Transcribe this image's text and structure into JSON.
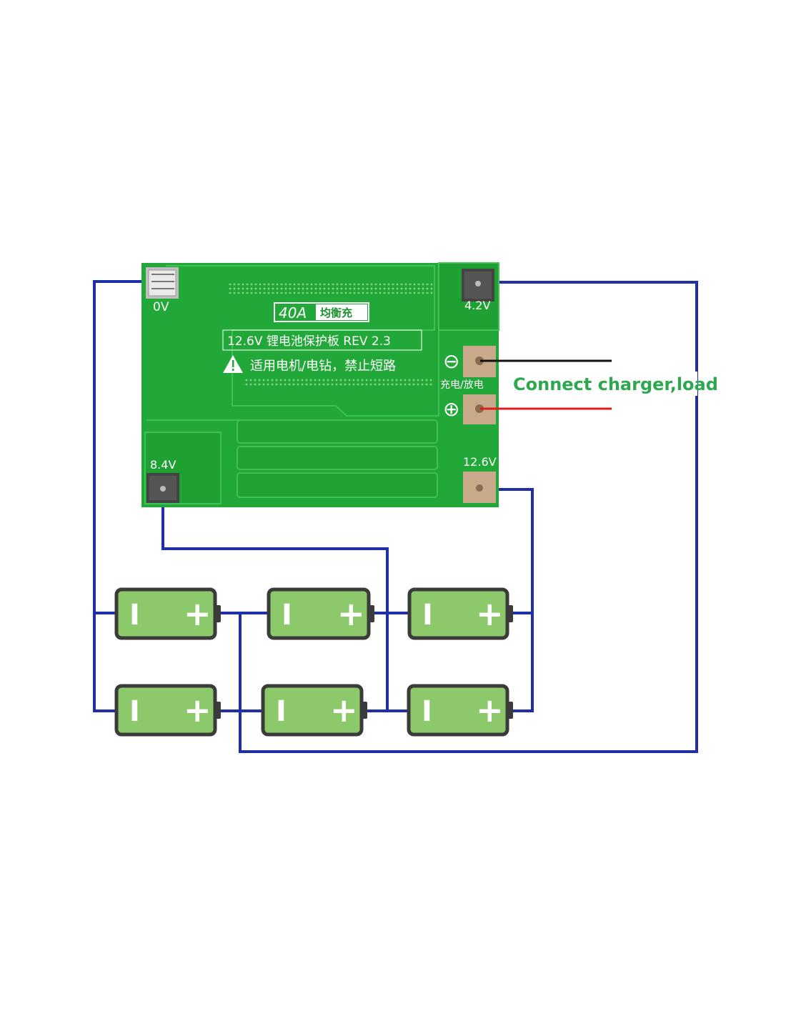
{
  "colors": {
    "wire": "#1f2fa8",
    "pcb": "#22a838",
    "pcb_dark": "#1c8f2f",
    "pad": "#3a3a3a",
    "battery_body": "#8bc96a",
    "battery_border": "#3b3b3b",
    "neg_wire": "#111111",
    "pos_wire": "#e01b1b",
    "callout": "#2ea84f"
  },
  "board": {
    "rating_label": "40A",
    "rating_sub": "均衡充",
    "title_label": "12.6V 锂电池保护板 REV 2.3",
    "warning_label": "适用电机/电钻，禁止短路",
    "charge_discharge_label": "充电/放电",
    "pad_0v": "0V",
    "pad_4v2": "4.2V",
    "pad_8v4": "8.4V",
    "pad_12v6": "12.6V",
    "minus_symbol": "⊖",
    "plus_symbol": "⊕"
  },
  "callout": {
    "text": "Connect charger,load"
  },
  "batteries": [
    {
      "id": "top-1",
      "neg": "I",
      "pos": "+"
    },
    {
      "id": "top-2",
      "neg": "I",
      "pos": "+"
    },
    {
      "id": "top-3",
      "neg": "I",
      "pos": "+"
    },
    {
      "id": "bottom-1",
      "neg": "I",
      "pos": "+"
    },
    {
      "id": "bottom-2",
      "neg": "I",
      "pos": "+"
    },
    {
      "id": "bottom-3",
      "neg": "I",
      "pos": "+"
    }
  ]
}
